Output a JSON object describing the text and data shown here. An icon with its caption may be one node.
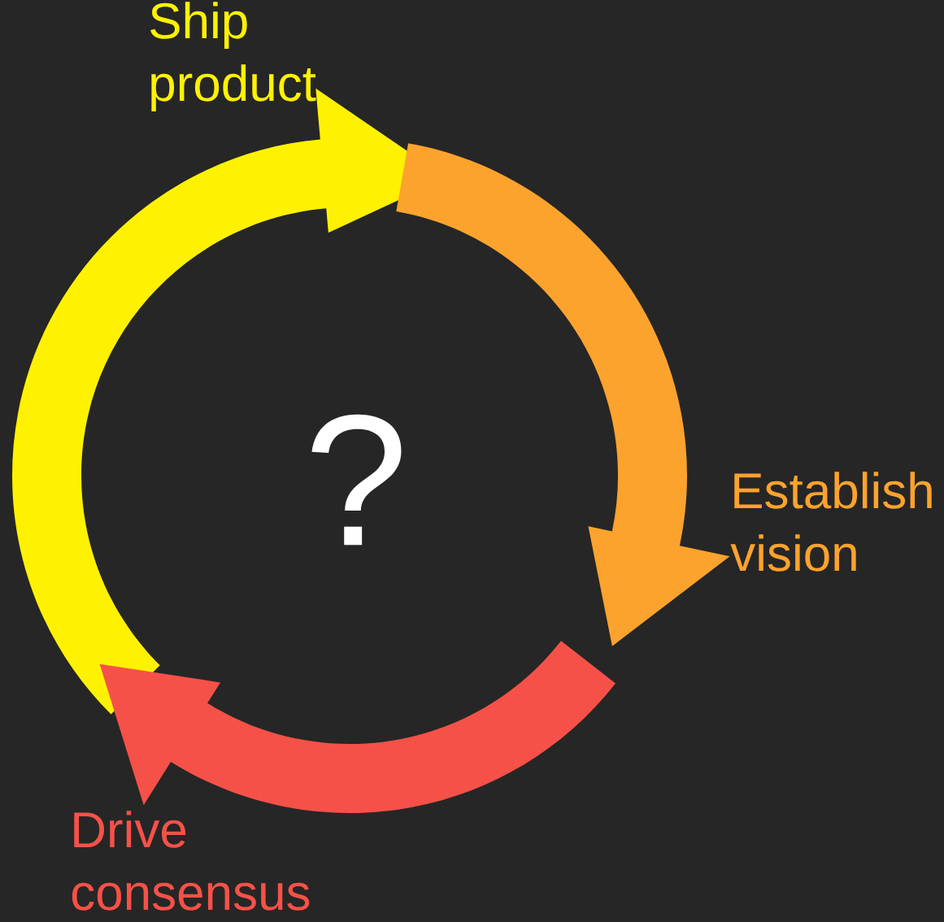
{
  "diagram": {
    "labels": [
      "Ship product",
      "Establish vision",
      "Drive consensus",
      "?"
    ]
  }
}
